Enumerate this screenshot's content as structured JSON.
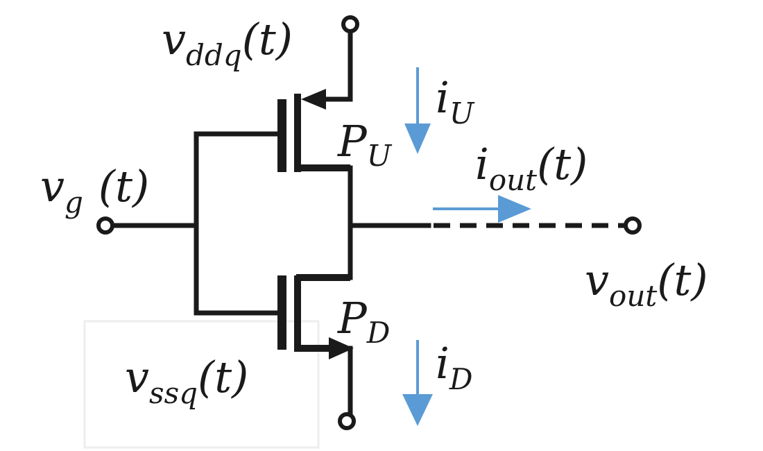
{
  "labels": {
    "vddq": {
      "base": "v",
      "sub": "ddq",
      "arg": "(t)"
    },
    "vg": {
      "base": "v",
      "sub": "g",
      "arg": "(t)"
    },
    "vssq": {
      "base": "v",
      "sub": "ssq",
      "arg": "(t)"
    },
    "vout": {
      "base": "v",
      "sub": "out",
      "arg": "(t)"
    },
    "iout": {
      "base": "i",
      "sub": "out",
      "arg": "(t)"
    },
    "iU": {
      "base": "i",
      "sub": "U"
    },
    "iD": {
      "base": "i",
      "sub": "D"
    },
    "PU": {
      "base": "P",
      "sub": "U"
    },
    "PD": {
      "base": "P",
      "sub": "D"
    }
  },
  "colors": {
    "wire": "#1a1a1a",
    "current_arrow": "#5b9bd5"
  }
}
